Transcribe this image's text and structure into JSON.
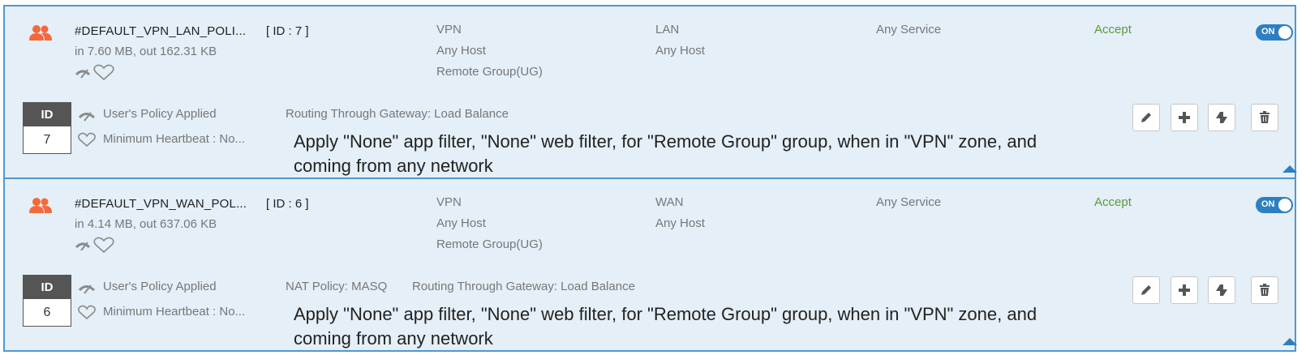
{
  "colors": {
    "row_bg": "#e4eff7",
    "row_border": "#4f98d2",
    "accept": "#5a9a3e",
    "toggle_on": "#2d7fc1",
    "user_icon": "#f26a3c"
  },
  "rules": [
    {
      "name": "#DEFAULT_VPN_LAN_POLI...",
      "id_label": "[ ID : 7 ]",
      "traffic": "in 7.60 MB, out 162.31 KB",
      "source": {
        "zone": "VPN",
        "host": "Any Host",
        "group": "Remote Group(UG)"
      },
      "destination": {
        "zone": "LAN",
        "host": "Any Host"
      },
      "service": "Any Service",
      "action": "Accept",
      "toggle": "ON",
      "id_header": "ID",
      "id_value": "7",
      "option1": "User's Policy Applied",
      "option2": "Minimum Heartbeat : No...",
      "nat": "",
      "routing": "Routing Through Gateway: Load Balance",
      "description": "Apply \"None\" app filter, \"None\" web filter, for \"Remote Group\" group, when in \"VPN\" zone, and coming from any network"
    },
    {
      "name": "#DEFAULT_VPN_WAN_POL...",
      "id_label": "[ ID : 6 ]",
      "traffic": "in 4.14 MB, out 637.06 KB",
      "source": {
        "zone": "VPN",
        "host": "Any Host",
        "group": "Remote Group(UG)"
      },
      "destination": {
        "zone": "WAN",
        "host": "Any Host"
      },
      "service": "Any Service",
      "action": "Accept",
      "toggle": "ON",
      "id_header": "ID",
      "id_value": "6",
      "option1": "User's Policy Applied",
      "option2": "Minimum Heartbeat : No...",
      "nat": "NAT Policy: MASQ",
      "routing": "Routing Through Gateway: Load Balance",
      "description": "Apply \"None\" app filter, \"None\" web filter, for \"Remote Group\" group, when in \"VPN\" zone, and coming from any network"
    }
  ],
  "icons": {
    "users": "users-icon",
    "heartbeat": "heartbeat-icon",
    "policy": "policy-icon",
    "edit": "pencil-icon",
    "add": "plus-icon",
    "move": "move-icon",
    "delete": "trash-icon",
    "collapse": "collapse-arrow-icon"
  }
}
